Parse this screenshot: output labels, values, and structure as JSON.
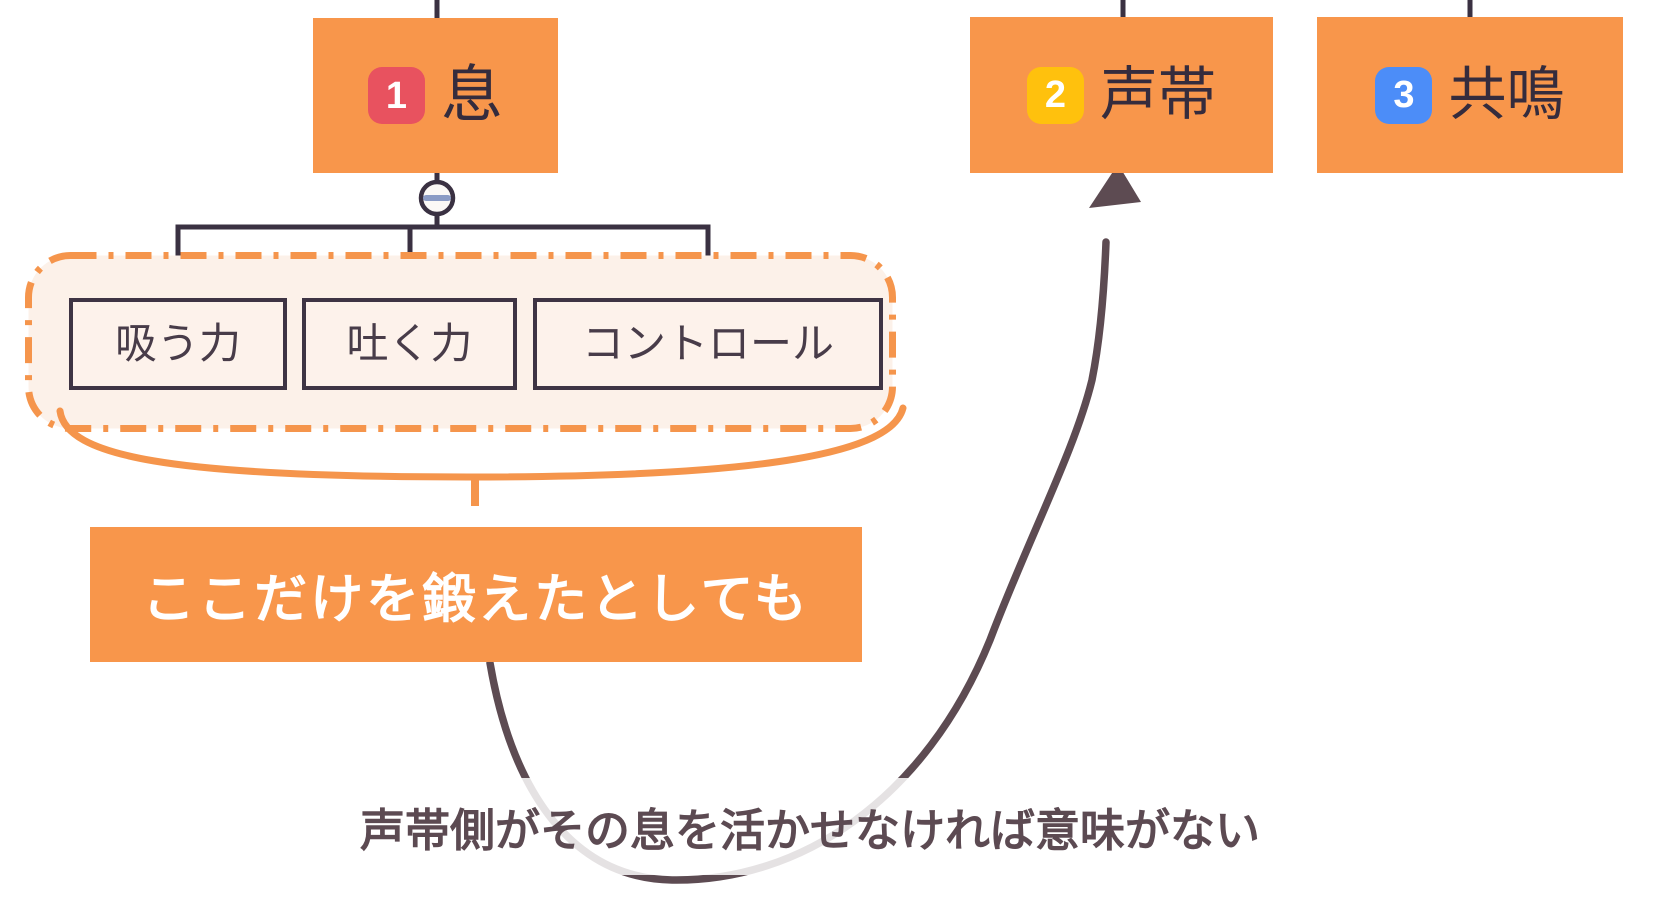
{
  "palette": {
    "topic_fill": "#F8964B",
    "container_fill": "#FCF1E9",
    "container_border": "#F5954C",
    "tree_line": "#3A3142",
    "arrow": "#5D4B52",
    "badge_red": "#E8525F",
    "badge_yellow": "#FFC10D",
    "badge_blue": "#4C8DF8",
    "minus_sign": "#8B9BC5",
    "subtopic_fill": "#FDF2EB",
    "subtopic_text": "#483C49",
    "banner_fill": "#F8964B",
    "note_text": "#5C4A52"
  },
  "topics": [
    {
      "badge": "1",
      "label": "息"
    },
    {
      "badge": "2",
      "label": "声帯"
    },
    {
      "badge": "3",
      "label": "共鳴"
    }
  ],
  "subtopics": [
    {
      "label": "吸う力"
    },
    {
      "label": "吐く力"
    },
    {
      "label": "コントロール"
    }
  ],
  "banner": {
    "label": "ここだけを鍛えたとしても"
  },
  "note": {
    "label": "声帯側がその息を活かせなければ意味がない"
  }
}
